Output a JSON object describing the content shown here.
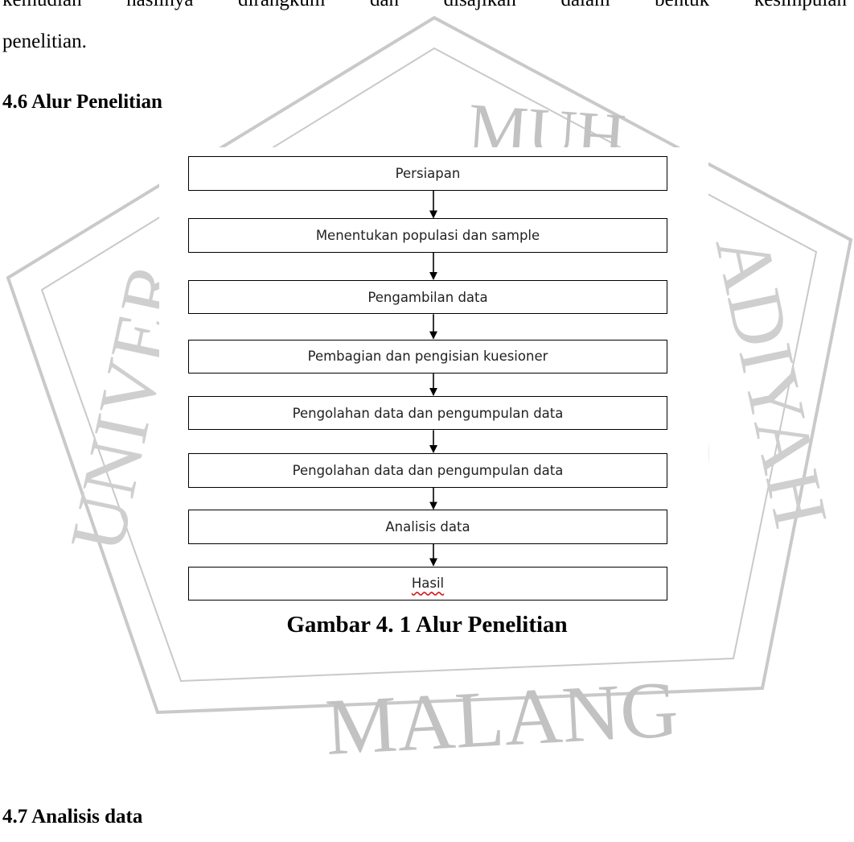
{
  "document": {
    "top_line_words": [
      "kemudian",
      "hasilnya",
      "dirangkum",
      "dan",
      "disajikan",
      "dalam",
      "bentuk",
      "kesimpulan"
    ],
    "continuation_line": "penelitian.",
    "section_heading": "4.6 Alur Penelitian",
    "next_section_heading": "4.7 Analisis data"
  },
  "watermark": {
    "top_text": "MUH",
    "left_text": "UNIVER",
    "right_text": "ADIYAH",
    "bottom_text": "MALANG",
    "color": "#c7c7c7"
  },
  "figure": {
    "steps": [
      {
        "label": "Persiapan"
      },
      {
        "label": "Menentukan populasi dan sample"
      },
      {
        "label": "Pengambilan data"
      },
      {
        "label": "Pembagian dan pengisian kuesioner"
      },
      {
        "label": "Pengolahan data dan pengumpulan data"
      },
      {
        "label": "Pengolahan data dan pengumpulan data"
      },
      {
        "label": "Analisis data"
      },
      {
        "label": "Hasil"
      }
    ],
    "caption": "Gambar 4. 1 Alur Penelitian"
  }
}
